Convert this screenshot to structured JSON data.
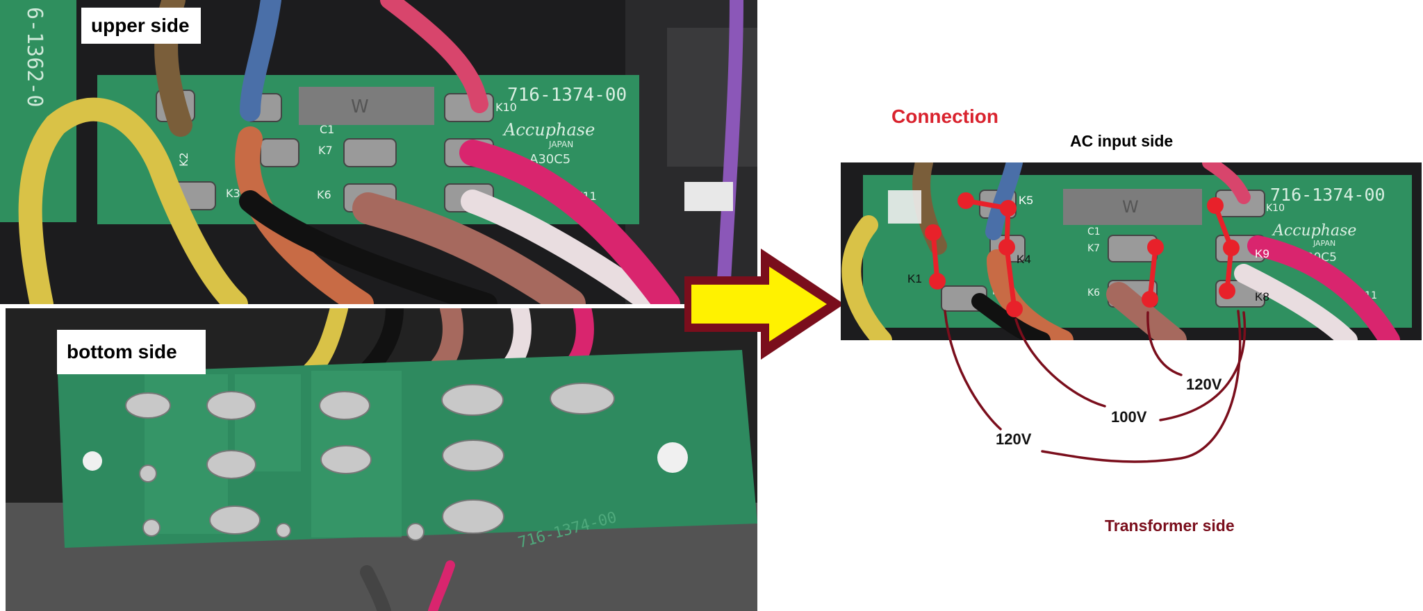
{
  "upper_panel": {
    "label": "upper side",
    "board_code": "716-1374-00",
    "brand": "Accuphase",
    "brand_sub": "JAPAN",
    "model": "A30C5",
    "terminals": [
      "K10",
      "K7",
      "K6",
      "K3",
      "K2",
      "K11",
      "C1"
    ]
  },
  "bottom_panel": {
    "label": "bottom side",
    "board_code": "716-1374-00"
  },
  "arrow": {
    "fill": "#fff200",
    "outline": "#7a0e1c"
  },
  "connection_panel": {
    "title": "Connection",
    "title_color": "#d9232e",
    "top_label": "AC input side",
    "bottom_label": "Transformer side",
    "bottom_label_color": "#7a0e1c",
    "board_code": "716-1374-00",
    "brand": "Accuphase",
    "brand_sub": "JAPAN",
    "model": "A30C5",
    "board_terminals": [
      "K10",
      "K7",
      "K6",
      "K3",
      "K11",
      "C1"
    ],
    "jumper_color": "#e8212a",
    "lead_color": "#7a0e1c",
    "terminal_labels": [
      "K1",
      "K5",
      "K4",
      "K9",
      "K8"
    ],
    "voltage_labels": [
      "120V",
      "100V",
      "120V"
    ]
  }
}
